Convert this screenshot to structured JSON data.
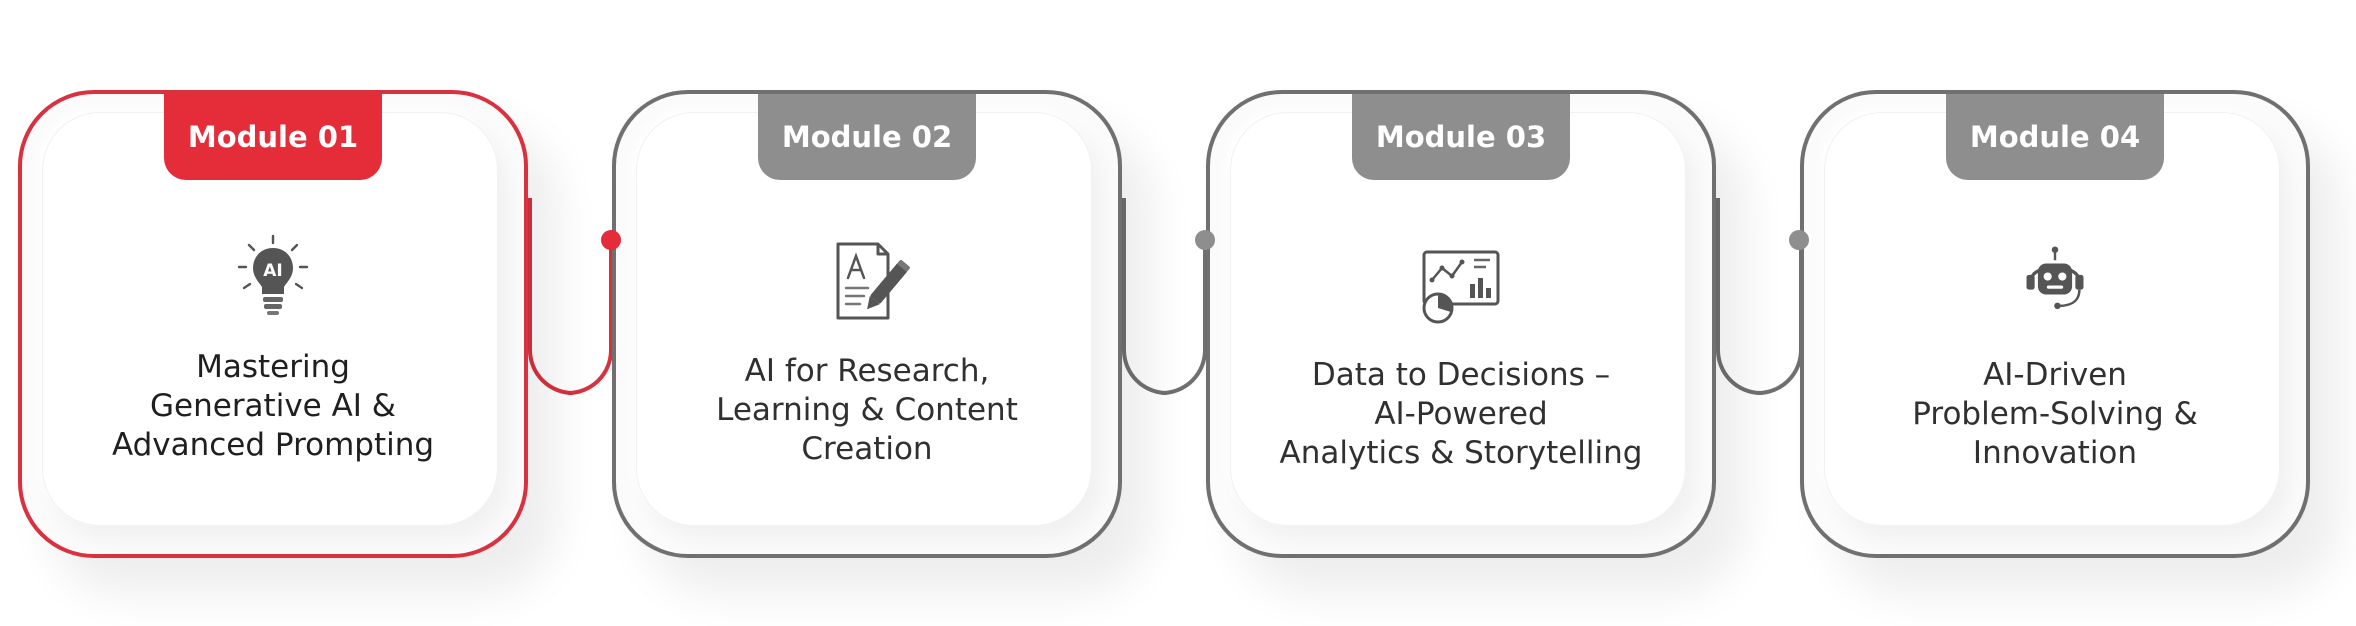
{
  "colors": {
    "active": "#e52d3a",
    "inactive": "#8e8e8e",
    "border_inactive": "#707070",
    "text": "#303030"
  },
  "modules": [
    {
      "label": "Module 01",
      "title": "Mastering\nGenerative AI &\nAdvanced Prompting",
      "icon": "ai-lightbulb-icon",
      "icon_text": "AI",
      "active": true
    },
    {
      "label": "Module 02",
      "title": "AI for Research,\nLearning & Content\nCreation",
      "icon": "document-pen-icon",
      "active": false
    },
    {
      "label": "Module 03",
      "title": "Data to Decisions –\nAI-Powered\nAnalytics & Storytelling",
      "icon": "analytics-dashboard-icon",
      "active": false
    },
    {
      "label": "Module 04",
      "title": "AI-Driven\nProblem-Solving &\nInnovation",
      "icon": "robot-headset-icon",
      "active": false
    }
  ]
}
